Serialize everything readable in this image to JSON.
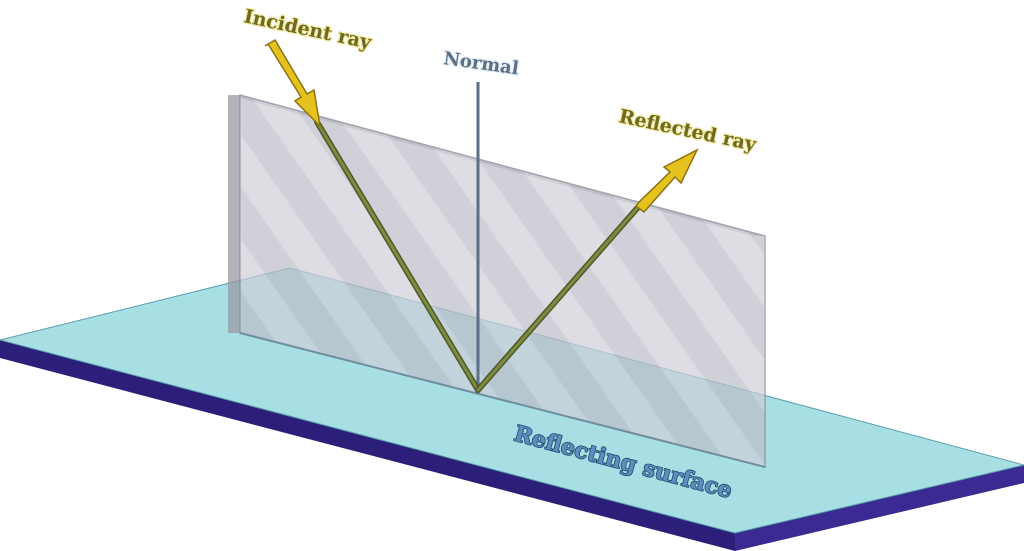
{
  "labels": {
    "incident": "Incident ray",
    "normal": "Normal",
    "reflected": "Reflected ray",
    "surface": "Reflecting surface"
  },
  "colors": {
    "surface_top": "#a8dfe4",
    "surface_edge": "#2b1f7a",
    "glass": "#c9c9d2",
    "ray": "#6b7a3a",
    "arrow": "#e6c21f",
    "normal": "#5c6f86"
  }
}
